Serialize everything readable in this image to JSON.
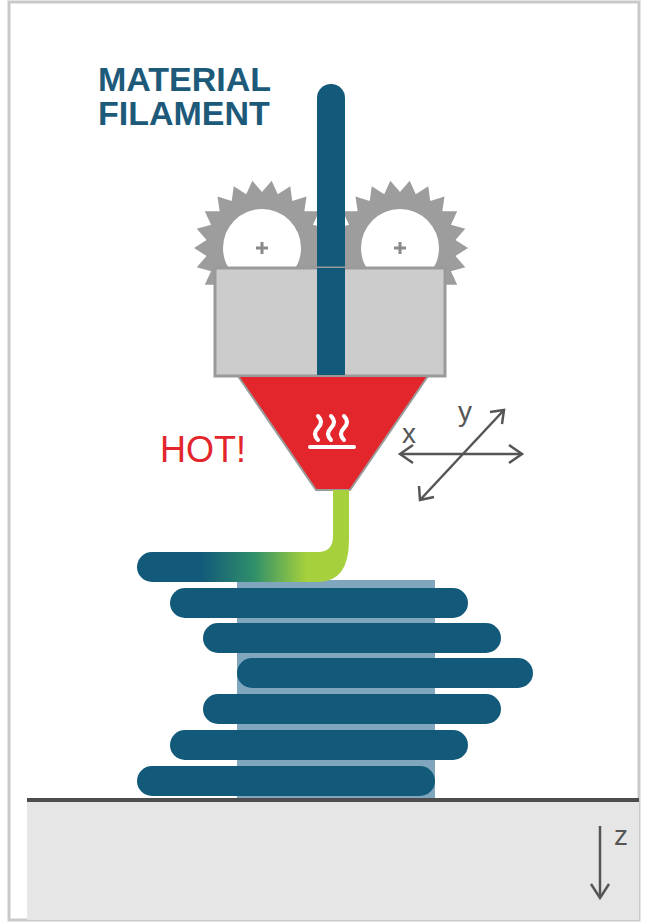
{
  "diagram": {
    "labels": [
      "MATERIAL FILAMENT",
      "HOT!",
      "x",
      "y",
      "z"
    ]
  }
}
